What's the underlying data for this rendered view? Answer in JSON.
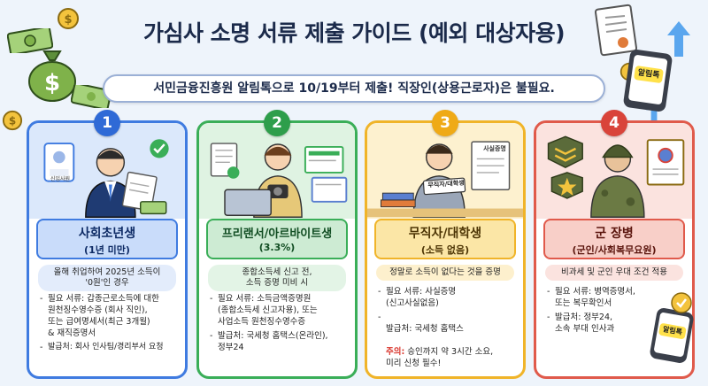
{
  "title": "가심사 소명 서류 제출 가이드 (예외 대상자용)",
  "subtitle": "서민금융진흥원 알림톡으로 10/19부터 제출! 직장인(상용근로자)은 불필요.",
  "decor": {
    "phone_label": "알림톡",
    "phone_label_small": "알림톡",
    "id_card_label": "신입사원",
    "doc_label": "사실증명",
    "sign_label": "무직자/대학생"
  },
  "colors": {
    "card1": "#3f7be0",
    "card2": "#3aae58",
    "card3": "#f0b429",
    "card4": "#e05a4b"
  },
  "cards": [
    {
      "number": "1",
      "title": "사회초년생",
      "subtitle": "(1년 미만)",
      "condition": "올해 취업하여 2025년 소득이\n'0원'인 경우",
      "docs": "필요 서류: 갑종근로소득에 대한\n원천징수영수증 (회사 직인),\n또는 급여명세서(최근 3개월)\n& 재직증명서",
      "issuer": "발급처: 회사 인사팀/경리부서 요청"
    },
    {
      "number": "2",
      "title": "프리랜서/아르바이트생",
      "subtitle": "(3.3%)",
      "condition": "종합소득세 신고 전,\n소득 증명 미비 시",
      "docs": "필요 서류: 소득금액증명원\n(종합소득세 신고자용), 또는\n사업소득 원천징수영수증",
      "issuer": "발급처: 국세청 홈택스(온라인),\n정부24"
    },
    {
      "number": "3",
      "title": "무직자/대학생",
      "subtitle": "(소득 없음)",
      "condition": "정말로 소득이 없다는 것을 증명",
      "docs": "필요 서류: 사실증명\n(신고사실없음)",
      "issuer": "발급처: 국세청 홈택스",
      "warning_label": "주의:",
      "warning_text": " 승인까지 약 3시간 소요,\n미리 신청 필수!"
    },
    {
      "number": "4",
      "title": "군 장병",
      "subtitle": "(군인/사회복무요원)",
      "condition": "비과세 및 군인 우대 조건 적용",
      "docs": "필요 서류: 병역증명서,\n또는 복무확인서",
      "issuer": "발급처: 정부24,\n소속 부대 인사과"
    }
  ]
}
